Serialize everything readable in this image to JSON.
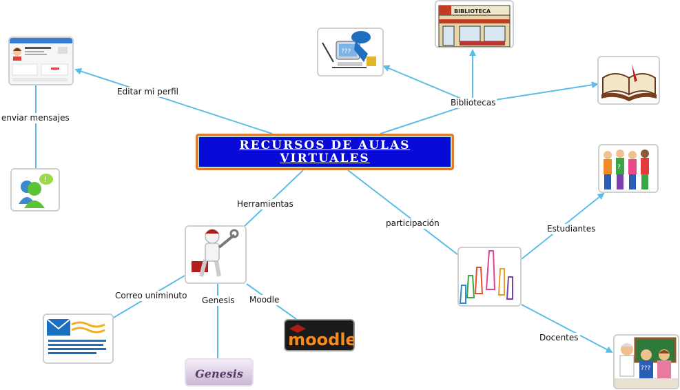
{
  "central": {
    "line1": "RECURSOS DE AULAS",
    "line2": "VIRTUALES"
  },
  "links": {
    "editar_perfil": "Editar mi perfil",
    "enviar_mensajes": "enviar mensajes",
    "bibliotecas": "Bibliotecas",
    "herramientas": "Herramientas",
    "participacion": "participación",
    "estudiantes": "Estudiantes",
    "docentes": "Docentes",
    "correo": "Correo uniminuto",
    "genesis": "Genesis",
    "moodle": "Moodle"
  },
  "images": {
    "biblioteca_sign": "BIBLIOTECA",
    "moodle_logo": "moodle",
    "genesis_logo": "Genesis"
  },
  "colors": {
    "connector": "#5bbde6",
    "central_bg": "#0a0ad8",
    "central_border": "#e07a2a"
  }
}
